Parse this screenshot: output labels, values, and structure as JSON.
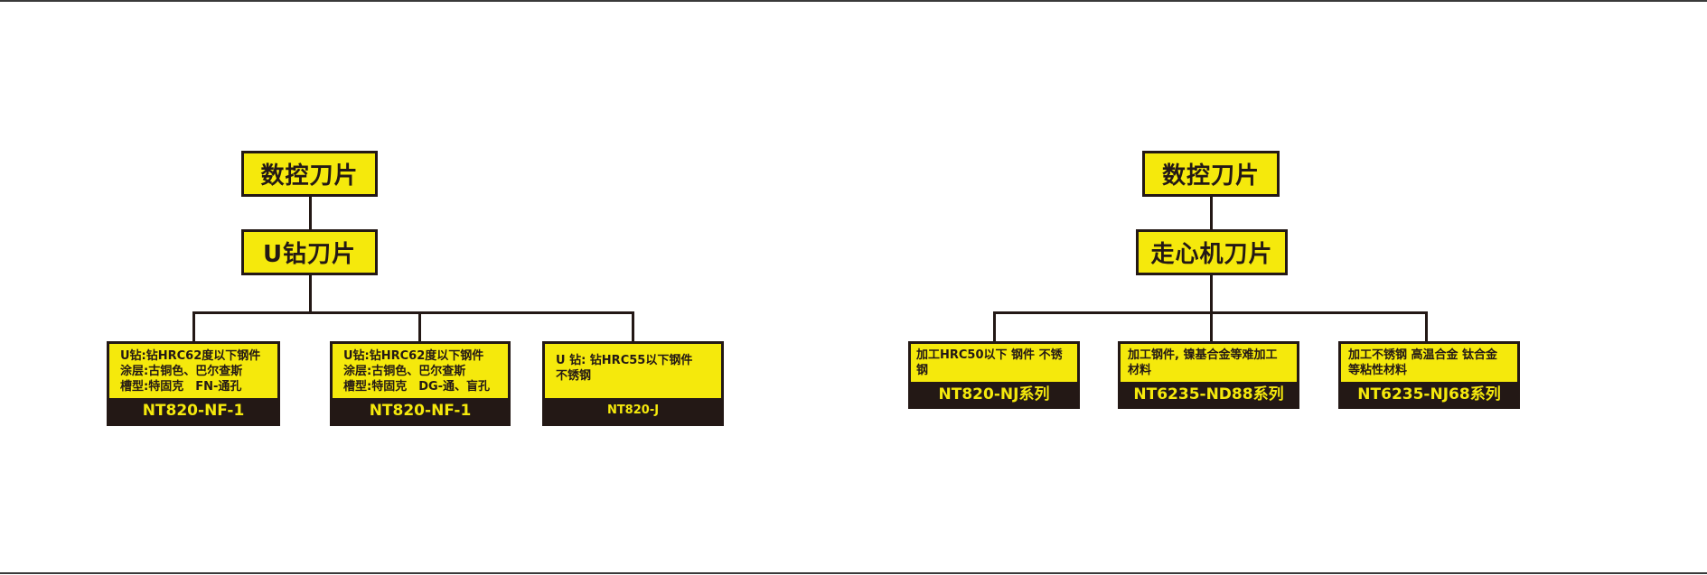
{
  "left_tree": {
    "root": "数控刀片",
    "category": "U钻刀片",
    "leaves": [
      {
        "lines": [
          "U钻:钻HRC62度以下钢件",
          "涂层:古铜色、巴尔查斯",
          "槽型:特固克　FN-通孔"
        ],
        "model": "NT820-NF-1"
      },
      {
        "lines": [
          "U钻:钻HRC62度以下钢件",
          "涂层:古铜色、巴尔查斯",
          "槽型:特固克　DG-通、盲孔"
        ],
        "model": "NT820-NF-1"
      },
      {
        "lines": [
          "U 钻: 钻HRC55以下钢件",
          "不锈钢"
        ],
        "model": "NT820-J"
      }
    ]
  },
  "right_tree": {
    "root": "数控刀片",
    "category": "走心机刀片",
    "leaves": [
      {
        "lines": [
          "加工HRC50以下 钢件 不锈钢"
        ],
        "model": "NT820-NJ系列"
      },
      {
        "lines": [
          "加工钢件, 镍基合金等难加工",
          "材料"
        ],
        "model": "NT6235-ND88系列"
      },
      {
        "lines": [
          "加工不锈钢 高温合金 钛合金",
          "等粘性材料"
        ],
        "model": "NT6235-NJ68系列"
      }
    ]
  }
}
